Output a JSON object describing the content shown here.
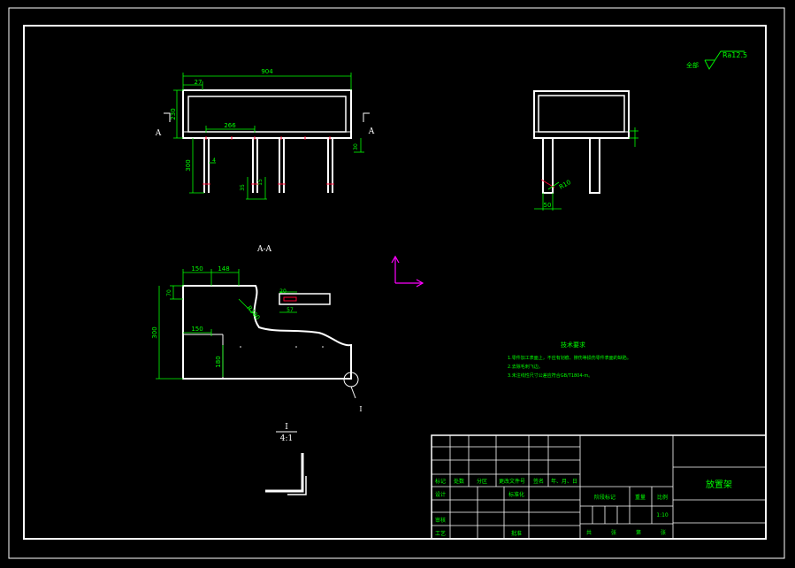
{
  "colors": {
    "background": "#000000",
    "outline": "#ffffff",
    "dimension": "#00ff00",
    "hidden": "#ff0033",
    "ucs": "#ff00ff"
  },
  "dims": {
    "overall_width": "904",
    "left_offset": "27",
    "height": "230",
    "leg_spacing": "266",
    "leg_length": "300",
    "leg_gap": "4",
    "leg_width_a": "35",
    "leg_width_b": "15",
    "right_height": "30",
    "side_radius": "R10",
    "side_width": "50",
    "sec_w1": "150",
    "sec_w2": "148",
    "sec_h_top": "70",
    "sec_h": "300",
    "sec_w3": "150",
    "sec_h3": "180",
    "sec_r": "R300",
    "slot_w": "20",
    "slot_l": "57"
  },
  "labels": {
    "section_left": "A",
    "section_right": "A",
    "section_title": "A-A",
    "detail_mark": "I",
    "detail_title": "I",
    "detail_scale": "4:1",
    "roughness_prefix": "全部",
    "roughness_value": "Ra12.5"
  },
  "notes": {
    "title": "技术要求",
    "items": [
      "1.零件加工表面上，不应有划痕、擦伤等损伤零件表面的缺陷。",
      "2.去除毛刺飞边。",
      "3.未注线性尺寸公差应符合GB/T1804-m。"
    ]
  },
  "title_block": {
    "row1": [
      "标记",
      "处数",
      "分区",
      "更改文件号",
      "签名",
      "年、月、日"
    ],
    "design": "设计",
    "standard": "标准化",
    "review": "审核",
    "process": "工艺",
    "approve": "批准",
    "stage_mark": "阶段标记",
    "weight": "重量",
    "scale": "比例",
    "scale_value": "1:10",
    "sheet_info": [
      "共",
      "张",
      "第",
      "张"
    ],
    "part_name": "放置架"
  }
}
